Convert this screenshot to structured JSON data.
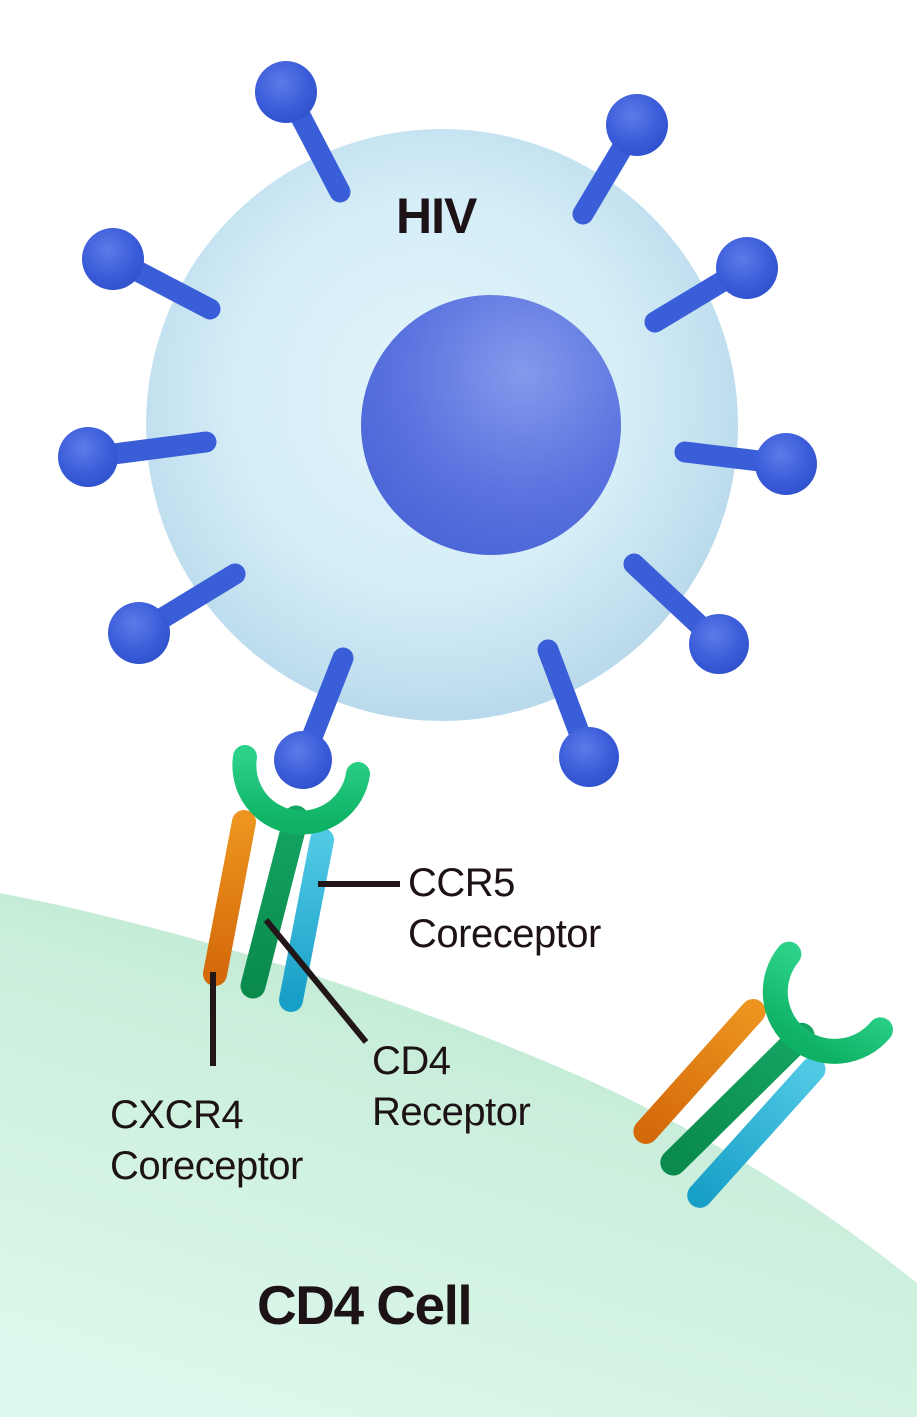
{
  "virus": {
    "label": "HIV",
    "spike_count": 10
  },
  "cell": {
    "label": "CD4 Cell"
  },
  "callouts": {
    "ccr5": {
      "lines": [
        "CCR5",
        "Coreceptor"
      ]
    },
    "cd4": {
      "lines": [
        "CD4",
        "Receptor"
      ]
    },
    "cxcr4": {
      "lines": [
        "CXCR4",
        "Coreceptor"
      ]
    }
  },
  "colors": {
    "background": "#ffffff",
    "spike_blue": "#3a5ed8",
    "envelope_light_blue": "#cdeaf5",
    "envelope_edge_blue": "#b2d4e8",
    "core_blue": "#5b74e0",
    "receptor_green_cup": "#17c176",
    "receptor_green_stem": "#0e9456",
    "coreceptor_orange": "#e07c12",
    "coreceptor_cyan": "#2cb8da",
    "membrane_mint": "#cff2e0",
    "line_dark": "#221619",
    "text_dark": "#1d1316"
  }
}
